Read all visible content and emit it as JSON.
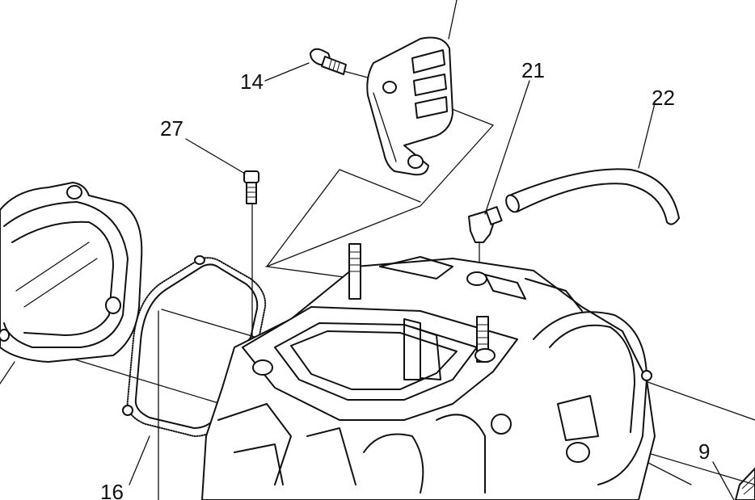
{
  "labels": {
    "l14": "14",
    "l21": "21",
    "l22": "22",
    "l27": "27",
    "l16": "16",
    "l9": "9"
  }
}
